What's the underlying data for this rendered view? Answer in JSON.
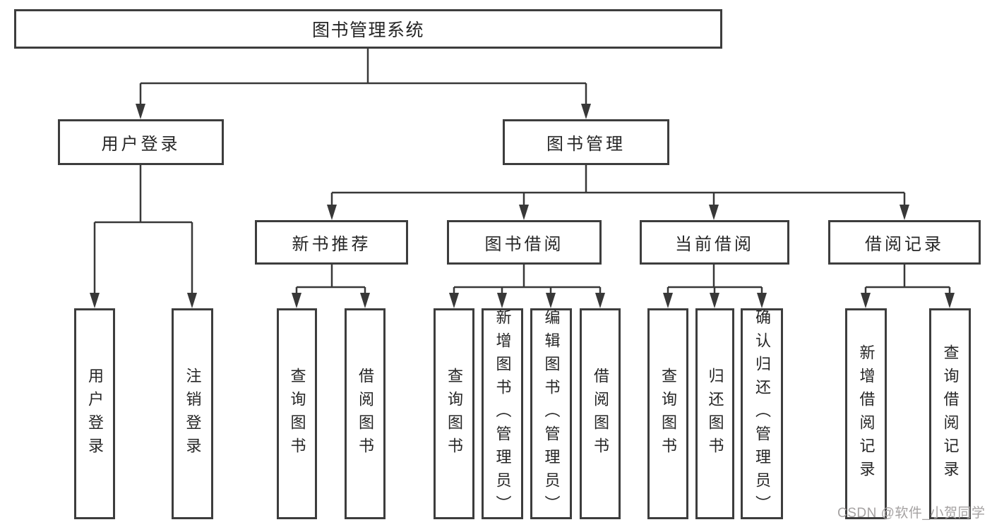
{
  "diagram": {
    "title": "图书管理系统",
    "level1": [
      {
        "label": "用户登录"
      },
      {
        "label": "图书管理"
      }
    ],
    "level2": [
      {
        "label": "新书推荐"
      },
      {
        "label": "图书借阅"
      },
      {
        "label": "当前借阅"
      },
      {
        "label": "借阅记录"
      }
    ],
    "leaves": {
      "user_login": [
        "用户登录",
        "注销登录"
      ],
      "new_book_recommendation": [
        "查询图书",
        "借阅图书"
      ],
      "book_borrowing": [
        "查询图书",
        "新增图书（管理员）",
        "编辑图书（管理员）",
        "借阅图书"
      ],
      "current_borrowing": [
        "查询图书",
        "归还图书",
        "确认归还（管理员）"
      ],
      "borrowing_records": [
        "新增借阅记录",
        "查询借阅记录"
      ]
    }
  },
  "watermark": "CSDN @软件_小贺同学",
  "colors": {
    "line": "#383838",
    "box_border": "#3d3d3d",
    "text": "#262626",
    "watermark_text": "#a5a2a2",
    "background": "#ffffff"
  }
}
